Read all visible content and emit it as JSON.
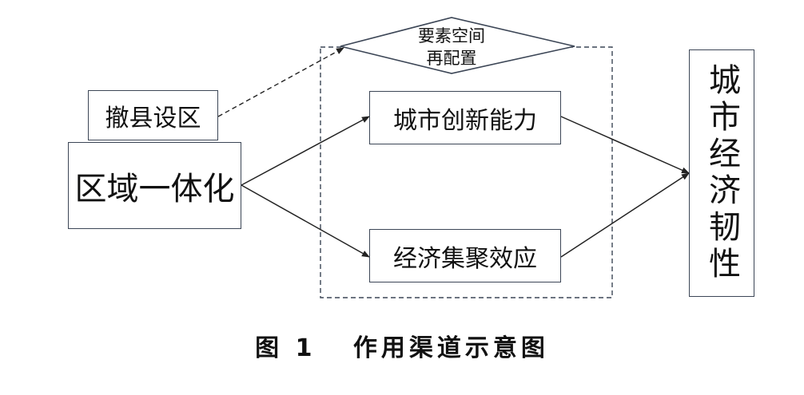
{
  "diagram": {
    "nodes": {
      "chexian": "撤县设区",
      "quyu": "区域一体化",
      "diamond_line1": "要素空间",
      "diamond_line2": "再配置",
      "innovation": "城市创新能力",
      "agglomeration": "经济集聚效应",
      "resilience": "城市经济韧性"
    },
    "caption": "图 1   作用渠道示意图"
  },
  "colors": {
    "line": "#222222",
    "border": "#3c4656"
  }
}
